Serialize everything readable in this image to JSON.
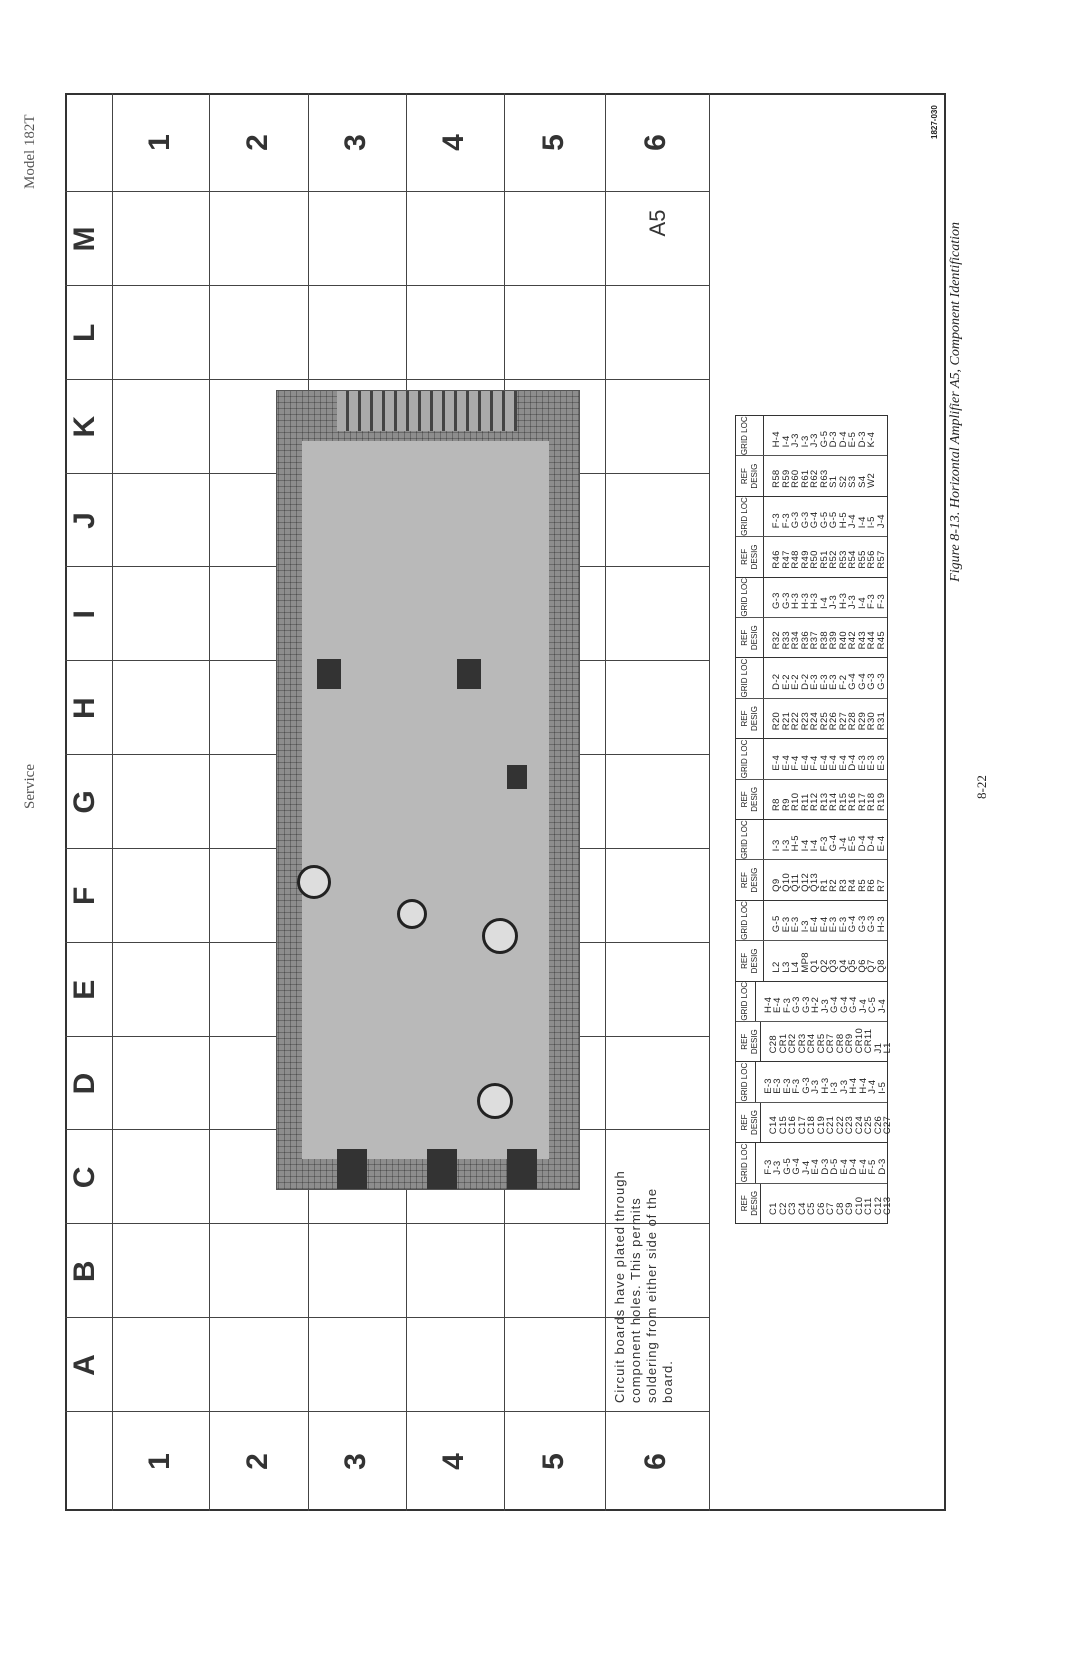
{
  "header": {
    "section": "Service",
    "model": "Model 182T"
  },
  "grid": {
    "columns": [
      "A",
      "B",
      "C",
      "D",
      "E",
      "F",
      "G",
      "H",
      "I",
      "J",
      "K",
      "L",
      "M"
    ],
    "rows": [
      "1",
      "2",
      "3",
      "4",
      "5",
      "6"
    ],
    "assembly_label": "A5"
  },
  "note": "Circuit boards have plated through component holes. This permits soldering from either side of the board.",
  "table": {
    "ref_header": "REF DESIG",
    "loc_header": "GRID LOC",
    "columns": [
      {
        "refs": [
          "C1",
          "C2",
          "C3",
          "C4",
          "C5",
          "C6",
          "C7",
          "C8",
          "C9",
          "C10",
          "C11",
          "C12",
          "C13"
        ],
        "locs": [
          "F-3",
          "J-3",
          "G-5",
          "G-4",
          "J-4",
          "E-4",
          "D-3",
          "D-5",
          "E-4",
          "D-4",
          "E-4",
          "F-5",
          "D-3"
        ]
      },
      {
        "refs": [
          "C14",
          "C15",
          "C16",
          "C17",
          "C18",
          "C19",
          "C21",
          "C22",
          "C23",
          "C24",
          "C25",
          "C26",
          "C27"
        ],
        "locs": [
          "E-3",
          "E-3",
          "E-3",
          "F-3",
          "G-3",
          "J-3",
          "H-3",
          "I-3",
          "J-3",
          "H-4",
          "H-4",
          "J-4",
          "I-5"
        ]
      },
      {
        "refs": [
          "C28",
          "CR1",
          "CR2",
          "CR3",
          "CR4",
          "CR5",
          "CR7",
          "CR8",
          "CR9",
          "CR10",
          "CR11",
          "J1",
          "L1"
        ],
        "locs": [
          "H-4",
          "E-4",
          "F-3",
          "G-3",
          "G-3",
          "H-2",
          "J-3",
          "G-4",
          "G-4",
          "G-4",
          "J-4",
          "C-5",
          "J-4"
        ]
      },
      {
        "refs": [
          "L2",
          "L3",
          "L4",
          "MP8",
          "Q1",
          "Q2",
          "Q3",
          "Q4",
          "Q5",
          "Q6",
          "Q7",
          "Q8"
        ],
        "locs": [
          "G-5",
          "E-3",
          "E-3",
          "I-3",
          "E-4",
          "E-4",
          "E-3",
          "E-3",
          "G-4",
          "G-3",
          "G-3",
          "H-3"
        ]
      },
      {
        "refs": [
          "Q9",
          "Q10",
          "Q11",
          "Q12",
          "Q13",
          "R1",
          "R2",
          "R3",
          "R4",
          "R5",
          "R6",
          "R7"
        ],
        "locs": [
          "I-3",
          "I-3",
          "H-5",
          "I-4",
          "I-4",
          "F-3",
          "G-4",
          "J-4",
          "E-5",
          "D-4",
          "D-4",
          "E-4"
        ]
      },
      {
        "refs": [
          "R8",
          "R9",
          "R10",
          "R11",
          "R12",
          "R13",
          "R14",
          "R15",
          "R16",
          "R17",
          "R18",
          "R19"
        ],
        "locs": [
          "E-4",
          "E-4",
          "F-4",
          "E-4",
          "F-4",
          "E-4",
          "E-4",
          "E-4",
          "D-4",
          "E-3",
          "E-3",
          "E-3"
        ]
      },
      {
        "refs": [
          "R20",
          "R21",
          "R22",
          "R23",
          "R24",
          "R25",
          "R26",
          "R27",
          "R28",
          "R29",
          "R30",
          "R31"
        ],
        "locs": [
          "D-2",
          "E-2",
          "E-2",
          "D-2",
          "E-3",
          "E-3",
          "E-3",
          "F-2",
          "G-4",
          "G-4",
          "G-3",
          "G-3"
        ]
      },
      {
        "refs": [
          "R32",
          "R33",
          "R34",
          "R36",
          "R37",
          "R38",
          "R39",
          "R40",
          "R42",
          "R43",
          "R44",
          "R45"
        ],
        "locs": [
          "G-3",
          "G-3",
          "H-3",
          "H-3",
          "H-3",
          "I-4",
          "J-3",
          "H-3",
          "J-3",
          "I-4",
          "F-3",
          "F-3"
        ]
      },
      {
        "refs": [
          "R46",
          "R47",
          "R48",
          "R49",
          "R50",
          "R51",
          "R52",
          "R53",
          "R54",
          "R55",
          "R56",
          "R57"
        ],
        "locs": [
          "F-3",
          "F-3",
          "G-3",
          "G-3",
          "G-4",
          "G-5",
          "G-5",
          "H-5",
          "J-4",
          "I-4",
          "I-5",
          "J-4"
        ]
      },
      {
        "refs": [
          "R58",
          "R59",
          "R60",
          "R61",
          "R62",
          "R63",
          "S1",
          "S2",
          "S3",
          "S4",
          "W2"
        ],
        "locs": [
          "H-4",
          "I-4",
          "J-3",
          "I-3",
          "J-3",
          "G-5",
          "D-3",
          "D-4",
          "E-5",
          "D-3",
          "K-4"
        ]
      }
    ]
  },
  "drawing_number": "1827-030",
  "caption": "Figure 8-13. Horizontal Amplifier A5, Component Identification",
  "page_number": "8-22"
}
